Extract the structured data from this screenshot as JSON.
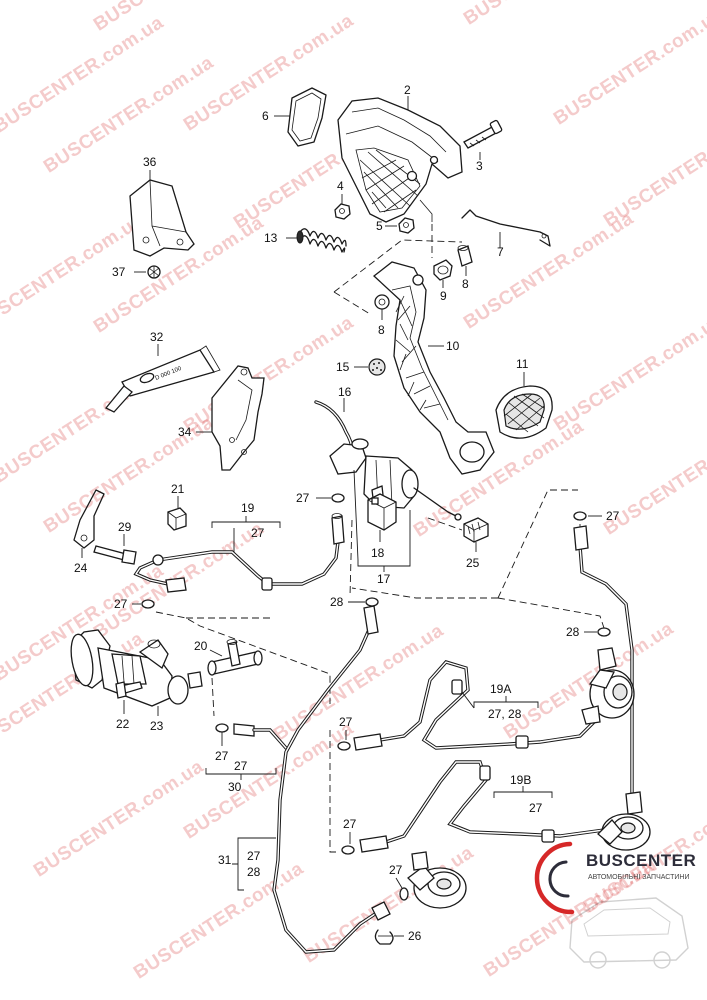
{
  "labels": {
    "l2": "2",
    "l3": "3",
    "l4": "4",
    "l5": "5",
    "l6": "6",
    "l7": "7",
    "l8a": "8",
    "l8b": "8",
    "l9": "9",
    "l10": "10",
    "l11": "11",
    "l13": "13",
    "l15": "15",
    "l16": "16",
    "l17": "17",
    "l18": "18",
    "l19": "19",
    "l19_27": "27",
    "l19a": "19A",
    "l19a_sub": "27, 28",
    "l19b": "19B",
    "l19b_sub": "27",
    "l20": "20",
    "l21": "21",
    "l22": "22",
    "l23": "23",
    "l24": "24",
    "l25": "25",
    "l26": "26",
    "l27a": "27",
    "l27b": "27",
    "l27c": "27",
    "l27d": "27",
    "l27e": "27",
    "l27f": "27",
    "l27g": "27",
    "l28a": "28",
    "l28b": "28",
    "l29": "29",
    "l30": "30",
    "l30_27": "27",
    "l31": "31",
    "l31_27": "27",
    "l31_28": "28",
    "l32": "32",
    "l34": "34",
    "l36": "36",
    "l37": "37"
  },
  "tube_print": "D 000 100",
  "watermark": {
    "text": "BUSCENTER.com.ua",
    "color": "#d64444"
  },
  "logo": {
    "name": "BUSCENTER",
    "tagline": "АВТОМОБІЛЬНІ ЗАПЧАСТИНИ",
    "accent_color": "#d62828"
  }
}
